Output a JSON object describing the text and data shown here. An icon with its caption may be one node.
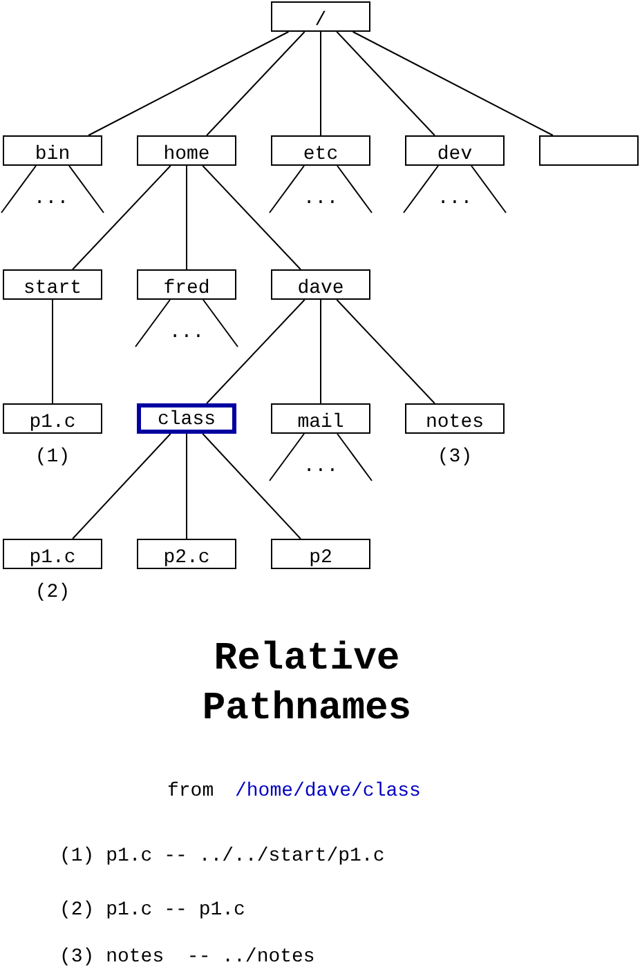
{
  "diagram": {
    "title": "Relative Pathnames",
    "nodes": [
      {
        "text": [
          "/"
        ]
      },
      {
        "text": [
          "bin"
        ]
      },
      {
        "text": [
          "home"
        ]
      },
      {
        "text": [
          "etc"
        ]
      },
      {
        "text": [
          "dev"
        ]
      },
      {
        "text": [],
        "shape": "box"
      },
      {
        "text": [
          "start"
        ]
      },
      {
        "text": [
          "fred"
        ]
      },
      {
        "text": [
          "dave"
        ]
      },
      {
        "text": [
          "p1.c"
        ],
        "beside": [
          "(1)"
        ]
      },
      {
        "text": [
          "class"
        ]
      },
      {
        "text": [
          "mail"
        ]
      },
      {
        "text": [
          "notes"
        ],
        "beside": [
          "(3)"
        ]
      },
      {
        "text": [
          "p1.c"
        ],
        "beside": [
          "(2)"
        ]
      },
      {
        "text": [
          "p2.c"
        ]
      },
      {
        "text": [
          "p2"
        ]
      }
    ],
    "edges": [
      {
        "from": 0,
        "to": 1,
        "arrow": "none"
      },
      {
        "from": 0,
        "to": 2,
        "arrow": "none"
      },
      {
        "from": 0,
        "to": 3,
        "arrow": "none"
      },
      {
        "from": 0,
        "to": 4,
        "arrow": "none"
      },
      {
        "from": 0,
        "to": 5,
        "arrow": "none"
      },
      {
        "from": 1,
        "to": null,
        "arrow": "none"
      },
      {
        "from": 1,
        "to": null,
        "arrow": "none"
      },
      {
        "from": 2,
        "to": 6,
        "arrow": "none"
      },
      {
        "from": 2,
        "to": 7,
        "arrow": "none"
      },
      {
        "from": 2,
        "to": 8,
        "arrow": "none"
      },
      {
        "from": 3,
        "to": null,
        "arrow": "none"
      },
      {
        "from": 3,
        "to": null,
        "arrow": "none"
      },
      {
        "from": 4,
        "to": null,
        "arrow": "none"
      },
      {
        "from": 4,
        "to": null,
        "arrow": "none"
      },
      {
        "from": 6,
        "to": 9,
        "arrow": "none"
      },
      {
        "from": 7,
        "to": null,
        "arrow": "none"
      },
      {
        "from": 7,
        "to": null,
        "arrow": "none"
      },
      {
        "from": 8,
        "to": 10,
        "arrow": "none"
      },
      {
        "from": 8,
        "to": 11,
        "arrow": "none"
      },
      {
        "from": 8,
        "to": 12,
        "arrow": "none"
      },
      {
        "from": 10,
        "to": 13,
        "arrow": "none"
      },
      {
        "from": 10,
        "to": 14,
        "arrow": "none"
      },
      {
        "from": 10,
        "to": 15,
        "arrow": "none"
      },
      {
        "from": 11,
        "to": null,
        "arrow": "none"
      },
      {
        "from": 11,
        "to": null,
        "arrow": "none"
      }
    ],
    "labels": [
      "...",
      "...",
      "...",
      "...",
      "...",
      "from",
      "/home/dave/class",
      "(1) p1.c -- ../../start/p1.c",
      "(2) p1.c -- p1.c",
      "(3) notes  -- ../notes"
    ]
  }
}
